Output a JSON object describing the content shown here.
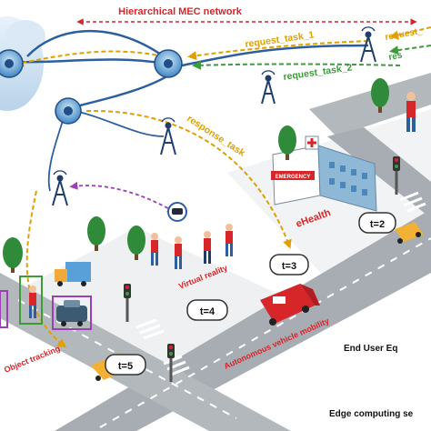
{
  "title": "Hierarchical MEC network",
  "labels": {
    "request_task_1": "request_task_1",
    "request_task_2": "request_task_2",
    "request_task_far": "request_",
    "response_task": "response_task",
    "response_far": "res",
    "ehealth": "eHealth",
    "emergency": "EMERGENCY",
    "virtual_reality": "Virtual reality",
    "object_tracking": "Object tracking",
    "autonomous_vehicle_mobility": "Autonomous vehicle mobility",
    "end_user": "End User Eq",
    "edge_computing": "Edge computing se"
  },
  "time_steps": [
    "t=2",
    "t=3",
    "t=4",
    "t=5"
  ],
  "colors": {
    "title": "#d6262a",
    "request": "#e0a100",
    "request2": "#3c9c3a",
    "response": "#e0a100",
    "vr_link": "#9b3fb5",
    "link": "#2d5fa0",
    "road": "#9aa0a6",
    "tree": "#2f8a3a",
    "server": "#5aa0d8"
  },
  "icons": [
    "edge-server-icon",
    "cell-tower-icon",
    "hospital-icon",
    "ambulance-icon",
    "car-icon",
    "truck-icon",
    "traffic-light-icon",
    "tree-icon",
    "person-icon",
    "vr-headset-icon",
    "cloud-icon"
  ]
}
